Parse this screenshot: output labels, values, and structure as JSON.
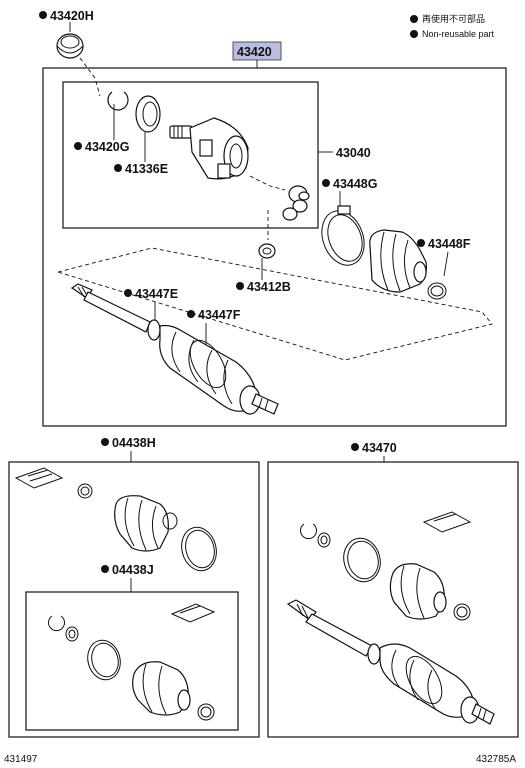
{
  "legend": {
    "non_reusable_jp": "再使用不可部品",
    "non_reusable_en": "Non-reusable part"
  },
  "labels": {
    "p43420H": "43420H",
    "p43420": "43420",
    "p43420G": "43420G",
    "p41336E": "41336E",
    "p43040": "43040",
    "p43448G": "43448G",
    "p43448F": "43448F",
    "p43412B": "43412B",
    "p43447E": "43447E",
    "p43447F": "43447F",
    "p04438H": "04438H",
    "p04438J": "04438J",
    "p43470": "43470"
  },
  "footer": {
    "left_code": "431497",
    "right_code": "432785A"
  },
  "colors": {
    "highlight": "#b9bde0",
    "line": "#111111"
  }
}
